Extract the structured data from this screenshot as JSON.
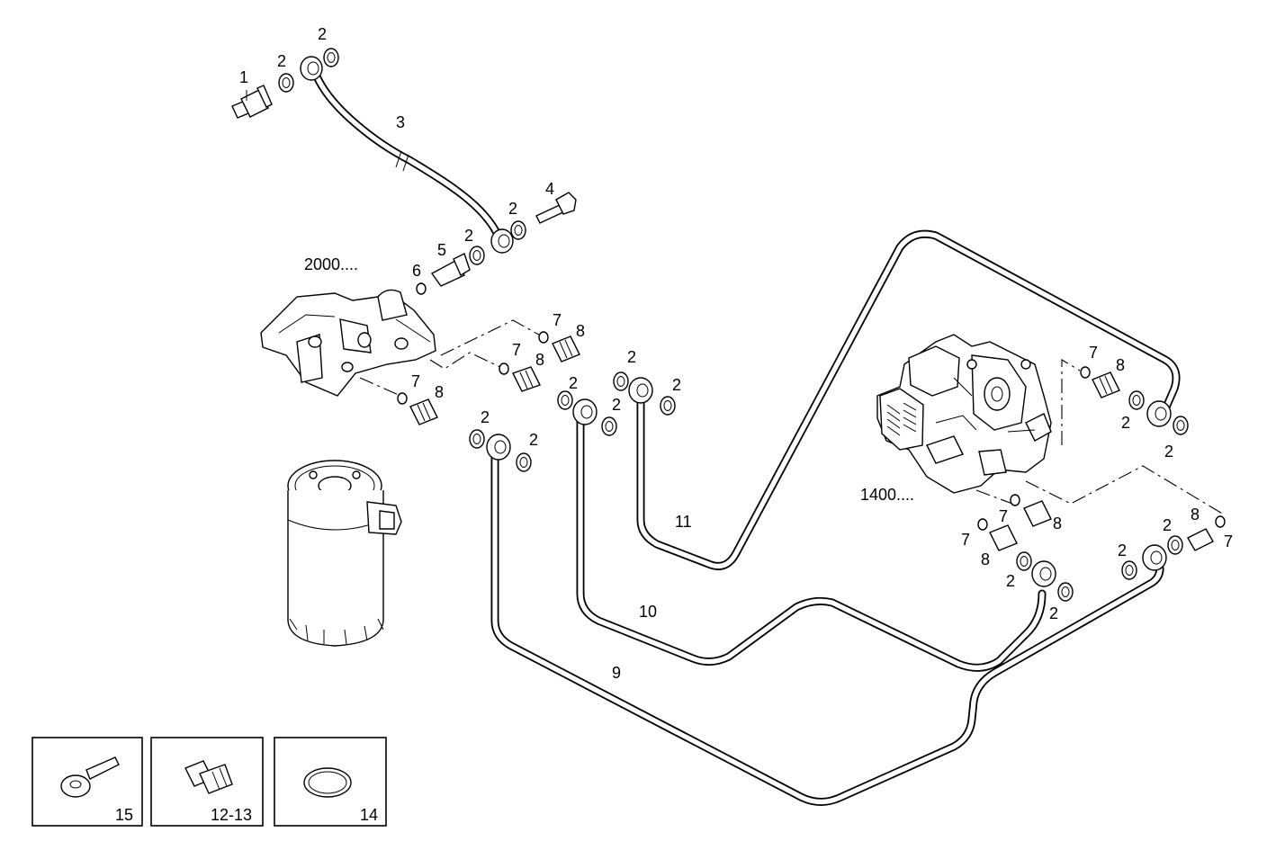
{
  "labels": {
    "l1": "1",
    "l2": "2",
    "l3": "3",
    "l4": "4",
    "l5": "5",
    "l6": "6",
    "l7": "7",
    "l8": "8",
    "l9": "9",
    "l10": "10",
    "l11": "11",
    "ref_filter_head": "2000....",
    "ref_pump": "1400...."
  },
  "insets": {
    "banjo": "15",
    "connector": "12-13",
    "oring": "14"
  }
}
